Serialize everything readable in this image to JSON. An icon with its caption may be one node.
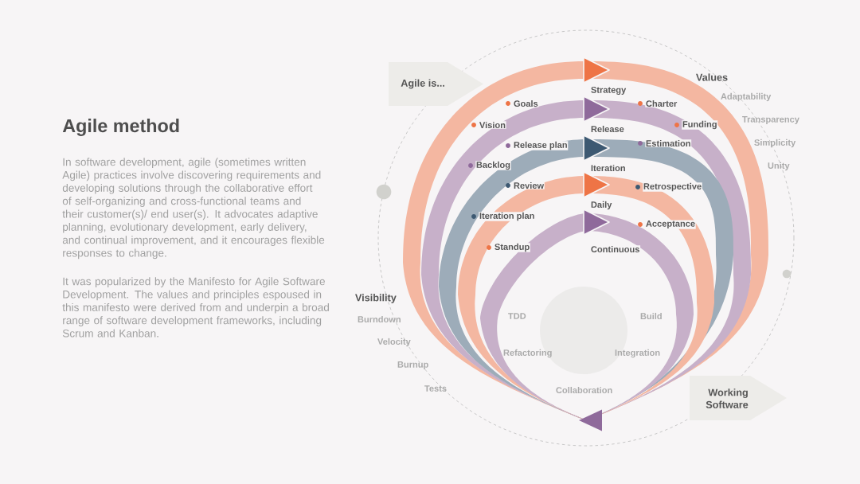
{
  "diagram": {
    "title": "Agile method",
    "nodes": [
      {
        "text": [
          "Agile is..."
        ]
      },
      {
        "text": [],
        "shape": "ring"
      },
      {
        "text": [],
        "shape": "ring",
        "in": 1
      },
      {
        "text": [],
        "shape": "ring",
        "in": 2
      },
      {
        "text": [],
        "shape": "ring",
        "in": 3
      },
      {
        "text": [],
        "shape": "ring",
        "in": 4
      },
      {
        "text": [],
        "shape": "circle",
        "in": 5
      },
      {
        "text": [
          "Working Software"
        ]
      }
    ],
    "labels": [
      "In software development, agile (sometimes written Agile) practices involve discovering requirements and developing solutions through the collaborative effort of self-organizing and cross-functional teams and their customer(s)/ end user(s). It advocates adaptive planning, evolutionary development, early delivery, and continual improvement, and it encourages flexible responses to change.",
      "It was popularized by the Manifesto for Agile Software Development. The values and principles espoused in this manifesto were derived from and underpin a broad range of software development frameworks, including Scrum and Kanban.",
      "Values",
      "Adaptability",
      "Transparency",
      "Simplicity",
      "Unity",
      "Strategy",
      "Goals",
      "Charter",
      "Vision",
      "Funding",
      "Release",
      "Release plan",
      "Estimation",
      "Backlog",
      "Iteration",
      "Review",
      "Retrospective",
      "Iteration plan",
      "Daily",
      "Acceptance",
      "Standup",
      "Continuous",
      "Visibility",
      "Burndown",
      "Velocity",
      "Burnup",
      "Tests",
      "TDD",
      "Build",
      "Refactoring",
      "Integration",
      "Collaboration"
    ]
  }
}
